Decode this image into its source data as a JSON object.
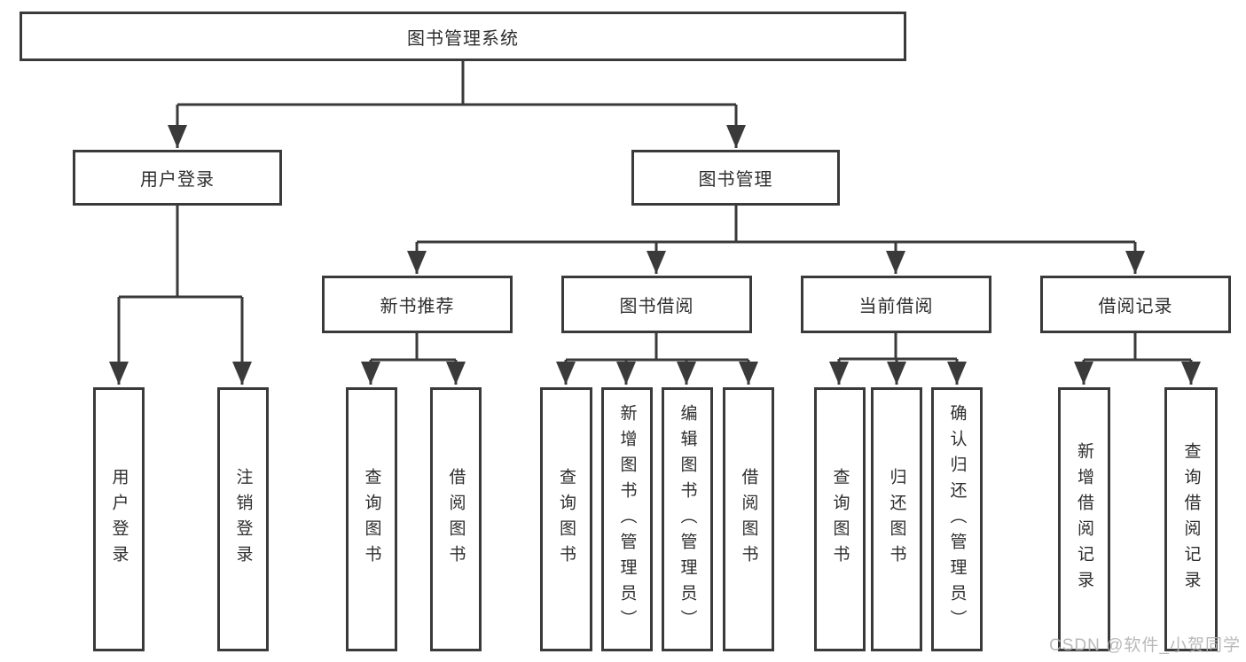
{
  "diagram": {
    "type": "hierarchy-tree",
    "root": {
      "label": "图书管理系统",
      "children": [
        {
          "label": "用户登录",
          "children": [
            {
              "label": "用户登录"
            },
            {
              "label": "注销登录"
            }
          ]
        },
        {
          "label": "图书管理",
          "children": [
            {
              "label": "新书推荐",
              "children": [
                {
                  "label": "查询图书"
                },
                {
                  "label": "借阅图书"
                }
              ]
            },
            {
              "label": "图书借阅",
              "children": [
                {
                  "label": "查询图书"
                },
                {
                  "label": "新增图书（管理员）"
                },
                {
                  "label": "编辑图书（管理员）"
                },
                {
                  "label": "借阅图书"
                }
              ]
            },
            {
              "label": "当前借阅",
              "children": [
                {
                  "label": "查询图书"
                },
                {
                  "label": "归还图书"
                },
                {
                  "label": "确认归还（管理员）"
                }
              ]
            },
            {
              "label": "借阅记录",
              "children": [
                {
                  "label": "新增借阅记录"
                },
                {
                  "label": "查询借阅记录"
                }
              ]
            }
          ]
        }
      ]
    },
    "colors": {
      "line": "#3a3a3a",
      "box_border": "#3a3a3a",
      "box_background": "#ffffff",
      "text": "#2e2e2e",
      "watermark": "#b4b1b1",
      "page_background": "#ffffff"
    },
    "watermark": "CSDN @软件_小贺同学"
  }
}
